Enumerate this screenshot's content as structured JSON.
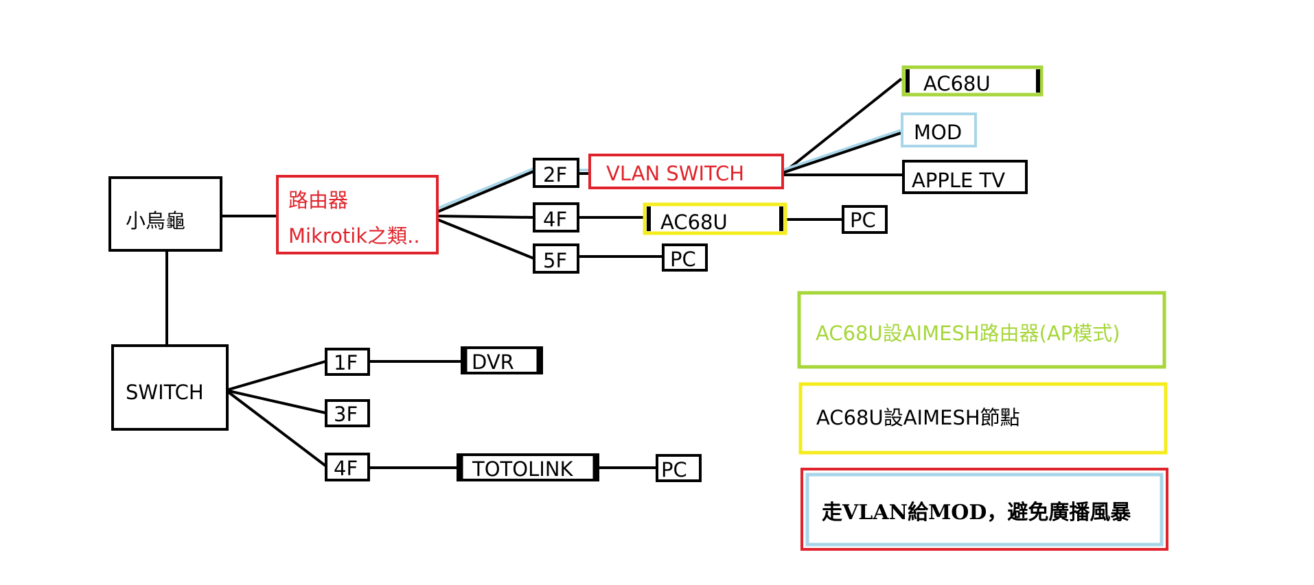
{
  "nodes": {
    "turtle": "小烏龜",
    "router_line1": "路由器",
    "router_line2": "Mikrotik之類..",
    "floor_2f": "2F",
    "floor_4f_top": "4F",
    "floor_5f": "5F",
    "vlan_switch": "VLAN SWITCH",
    "ac68u_top": "AC68U",
    "mod": "MOD",
    "apple_tv": "APPLE TV",
    "ac68u_mid": "AC68U",
    "pc_4f": "PC",
    "pc_5f": "PC",
    "switch": "SWITCH",
    "floor_1f": "1F",
    "floor_3f": "3F",
    "floor_4f_bottom": "4F",
    "dvr": "DVR",
    "totolink": "TOTOLINK",
    "pc_totolink": "PC"
  },
  "legend": {
    "green": "AC68U設AIMESH路由器(AP模式)",
    "yellow": "AC68U設AIMESH節點",
    "red_blue": "走VLAN給MOD，避免廣播風暴"
  },
  "colors": {
    "red": "#e0232b",
    "green": "#a6d63a",
    "yellow": "#f5ec1c",
    "light_blue": "#a8d6e8",
    "black": "#000000"
  }
}
